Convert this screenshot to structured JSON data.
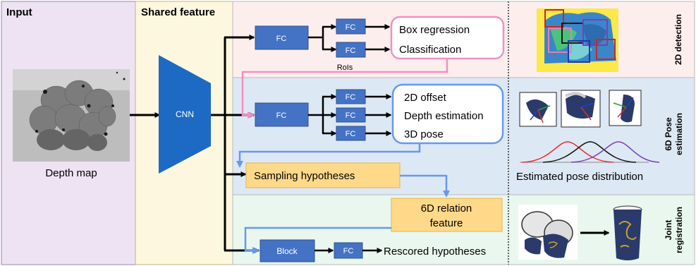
{
  "sections": {
    "input": "Input",
    "shared_feature": "Shared feature"
  },
  "input_caption": "Depth map",
  "cnn_label": "CNN",
  "detection": {
    "fc_main": "FC",
    "fc_box": "FC",
    "fc_cls": "FC",
    "box_regression": "Box regression",
    "classification": "Classification",
    "rois": "RoIs",
    "side_label": "2D detection"
  },
  "pose": {
    "fc_main": "FC",
    "fc_offset": "FC",
    "fc_depth": "FC",
    "fc_pose": "FC",
    "offset": "2D offset",
    "depth_estimation": "Depth estimation",
    "pose_3d": "3D pose",
    "sampling": "Sampling hypotheses",
    "distribution": "Estimated pose distribution",
    "side_label_1": "6D Pose",
    "side_label_2": "estimation"
  },
  "registration": {
    "relation_1": "6D relation",
    "relation_2": "feature",
    "block": "Block",
    "fc": "FC",
    "rescored": "Rescored hypotheses",
    "side_label_1": "Joint",
    "side_label_2": "registration"
  },
  "colors": {
    "fc_box": "#4472c4",
    "pink_outline": "#f48fc1",
    "blue_outline": "#6699ee",
    "orange_fill": "#ffd98a",
    "input_bg": "#ede3f3",
    "shared_bg": "#fdf7df",
    "detection_bg": "#fdeeee",
    "pose_bg": "#dde8f5",
    "registration_bg": "#e9f7ee",
    "distribution_curves": [
      "#e53030",
      "#111111",
      "#7a3fb0"
    ]
  }
}
